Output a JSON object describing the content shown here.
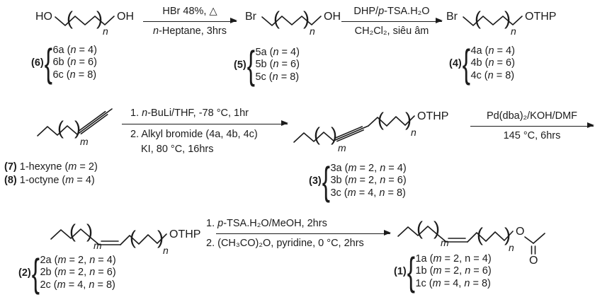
{
  "scheme": {
    "notation": {
      "open": "(",
      "close": ")",
      "brace": "{"
    },
    "colors": {
      "ink": "#1c1c1c",
      "background": "#ffffff"
    },
    "compounds": {
      "c6": {
        "tag": "(6)",
        "left_atom": "HO",
        "right_atom": "OH",
        "repeat_sub": "n",
        "variants": [
          "6a (*n* = 4)",
          "6b (*n* = 6)",
          "6c (*n* = 8)"
        ]
      },
      "c5": {
        "tag": "(5)",
        "left_atom": "Br",
        "right_atom": "OH",
        "repeat_sub": "n",
        "variants": [
          "5a (*n* = 4)",
          "5b (*n* = 6)",
          "5c (*n* = 8)"
        ]
      },
      "c4": {
        "tag": "(4)",
        "left_atom": "Br",
        "right_atom": "OTHP",
        "repeat_sub": "n",
        "variants": [
          "4a (*n* = 4)",
          "4b (*n* = 6)",
          "4c (*n* = 8)"
        ]
      },
      "c78": {
        "repeat_sub": "m",
        "entries": [
          {
            "tag": "(7)",
            "name": "1-hexyne (*m* = 2)"
          },
          {
            "tag": "(8)",
            "name": "1-octyne  (*m* = 4)"
          }
        ]
      },
      "c3": {
        "tag": "(3)",
        "right_atom": "OTHP",
        "sub_m": "m",
        "sub_n": "n",
        "variants": [
          "3a (*m* = 2, *n* = 4)",
          "3b (*m* = 2, *n* = 6)",
          "3c (*m* = 4, *n* = 8)"
        ]
      },
      "c2": {
        "tag": "(2)",
        "right_atom": "OTHP",
        "sub_m": "m",
        "sub_n": "n",
        "variants": [
          "2a (*m* = 2, *n* = 4)",
          "2b (*m* = 2, *n* = 6)",
          "2c (*m* = 4, *n* = 8)"
        ]
      },
      "c1": {
        "tag": "(1)",
        "ester_oxygen": "O",
        "carbonyl_oxygen": "O",
        "sub_m": "m",
        "sub_n": "n",
        "variants": [
          "1a (*m* = 2, n = 4)",
          "1b (*m* = 2, *n* = 6)",
          "1c (*m* = 4, *n* = 8)"
        ]
      }
    },
    "arrows": {
      "step1": {
        "above": "HBr 48%, △",
        "below": "*n*-Heptane, 3hrs"
      },
      "step2": {
        "above": "DHP/*p*-TSA.H₂O",
        "below": "CH₂Cl₂, siêu âm"
      },
      "step3": {
        "above1": "1. *n*-BuLi/THF, -78 °C, 1hr",
        "below1": "2. Alkyl bromide (4a, 4b, 4c)",
        "below2": "KI, 80 °C, 16hrs"
      },
      "step4": {
        "above": "Pd(dba)₂/KOH/DMF",
        "below": "145 °C, 6hrs"
      },
      "step5": {
        "above1": "1. *p*-TSA.H₂O/MeOH, 2hrs",
        "below1": "2. (CH₃CO)₂O, pyridine, 0 °C, 2hrs"
      }
    }
  }
}
